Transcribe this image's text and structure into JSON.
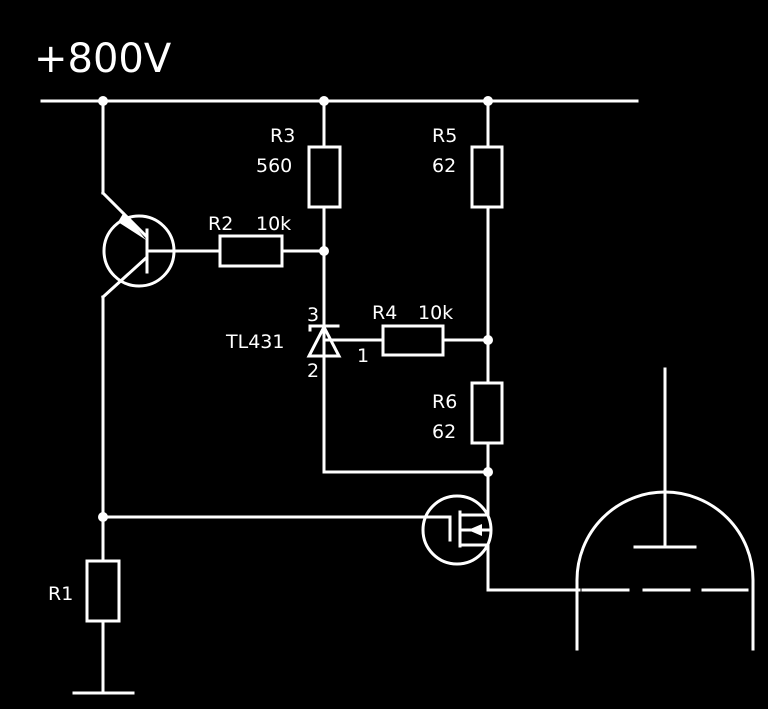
{
  "title": "+800V",
  "components": {
    "R1": {
      "ref": "R1"
    },
    "R2": {
      "ref": "R2",
      "value": "10k"
    },
    "R3": {
      "ref": "R3",
      "value": "560"
    },
    "R4": {
      "ref": "R4",
      "value": "10k"
    },
    "R5": {
      "ref": "R5",
      "value": "62"
    },
    "R6": {
      "ref": "R6",
      "value": "62"
    },
    "U1": {
      "ref": "TL431",
      "pin_cathode": "3",
      "pin_anode": "2",
      "pin_ref": "1"
    }
  },
  "colors": {
    "background": "#000000",
    "line": "#ffffff"
  }
}
